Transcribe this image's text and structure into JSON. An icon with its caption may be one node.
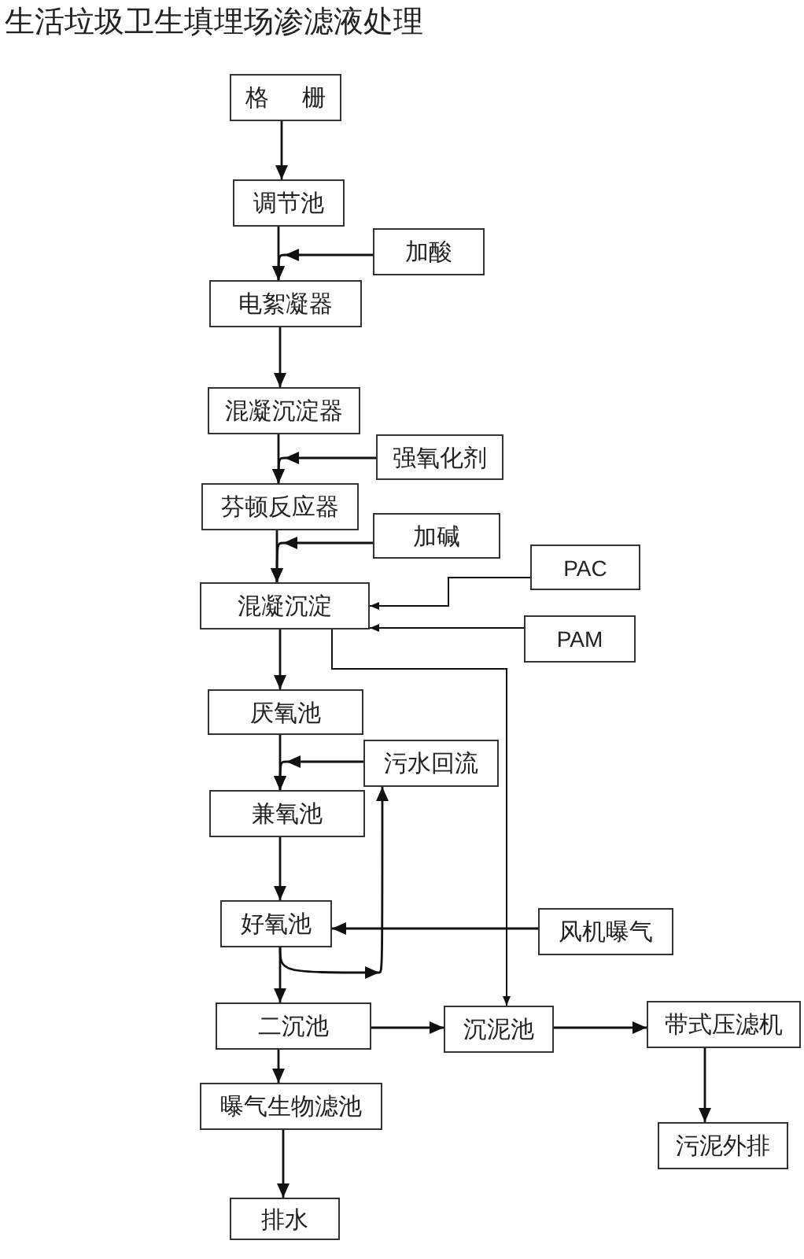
{
  "diagram": {
    "title": "生活垃圾卫生填埋场渗滤液处理",
    "nodes": [
      {
        "text": [
          "格 栅"
        ]
      },
      {
        "text": [
          "调节池"
        ]
      },
      {
        "text": [
          "加酸"
        ]
      },
      {
        "text": [
          "电絮凝器"
        ]
      },
      {
        "text": [
          "混凝沉淀器"
        ]
      },
      {
        "text": [
          "强氧化剂"
        ]
      },
      {
        "text": [
          "芬顿反应器"
        ]
      },
      {
        "text": [
          "加碱"
        ]
      },
      {
        "text": [
          "PAC"
        ]
      },
      {
        "text": [
          "混凝沉淀"
        ]
      },
      {
        "text": [
          "PAM"
        ]
      },
      {
        "text": [
          "厌氧池"
        ]
      },
      {
        "text": [
          "污水回流"
        ]
      },
      {
        "text": [
          "兼氧池"
        ]
      },
      {
        "text": [
          "好氧池"
        ]
      },
      {
        "text": [
          "风机曝气"
        ]
      },
      {
        "text": [
          "二沉池"
        ]
      },
      {
        "text": [
          "沉泥池"
        ]
      },
      {
        "text": [
          "带式压滤机"
        ]
      },
      {
        "text": [
          "曝气生物滤池"
        ]
      },
      {
        "text": [
          "污泥外排"
        ]
      },
      {
        "text": [
          "排水"
        ]
      }
    ],
    "edges": [
      {
        "from": 0,
        "to": 1,
        "arrow": "to"
      },
      {
        "from": 1,
        "to": 3,
        "arrow": "to"
      },
      {
        "from": 2,
        "to": 3,
        "arrow": "to"
      },
      {
        "from": 3,
        "to": 4,
        "arrow": "to"
      },
      {
        "from": 4,
        "to": 6,
        "arrow": "to"
      },
      {
        "from": 5,
        "to": 6,
        "arrow": "to"
      },
      {
        "from": 6,
        "to": 9,
        "arrow": "to"
      },
      {
        "from": 7,
        "to": 9,
        "arrow": "to"
      },
      {
        "from": 8,
        "to": 9,
        "arrow": "to"
      },
      {
        "from": 10,
        "to": 9,
        "arrow": "to"
      },
      {
        "from": 9,
        "to": 17,
        "arrow": "to"
      },
      {
        "from": 9,
        "to": 11,
        "arrow": "to"
      },
      {
        "from": 11,
        "to": 13,
        "arrow": "to"
      },
      {
        "from": 12,
        "to": 13,
        "arrow": "to"
      },
      {
        "from": 13,
        "to": 14,
        "arrow": "to"
      },
      {
        "from": 14,
        "to": 12,
        "arrow": "to"
      },
      {
        "from": 15,
        "to": 14,
        "arrow": "to"
      },
      {
        "from": 14,
        "to": 16,
        "arrow": "to"
      },
      {
        "from": 16,
        "to": 17,
        "arrow": "to"
      },
      {
        "from": 17,
        "to": 18,
        "arrow": "to"
      },
      {
        "from": 18,
        "to": 20,
        "arrow": "to"
      },
      {
        "from": 16,
        "to": 19,
        "arrow": "to"
      },
      {
        "from": 19,
        "to": 21,
        "arrow": "to"
      }
    ]
  }
}
